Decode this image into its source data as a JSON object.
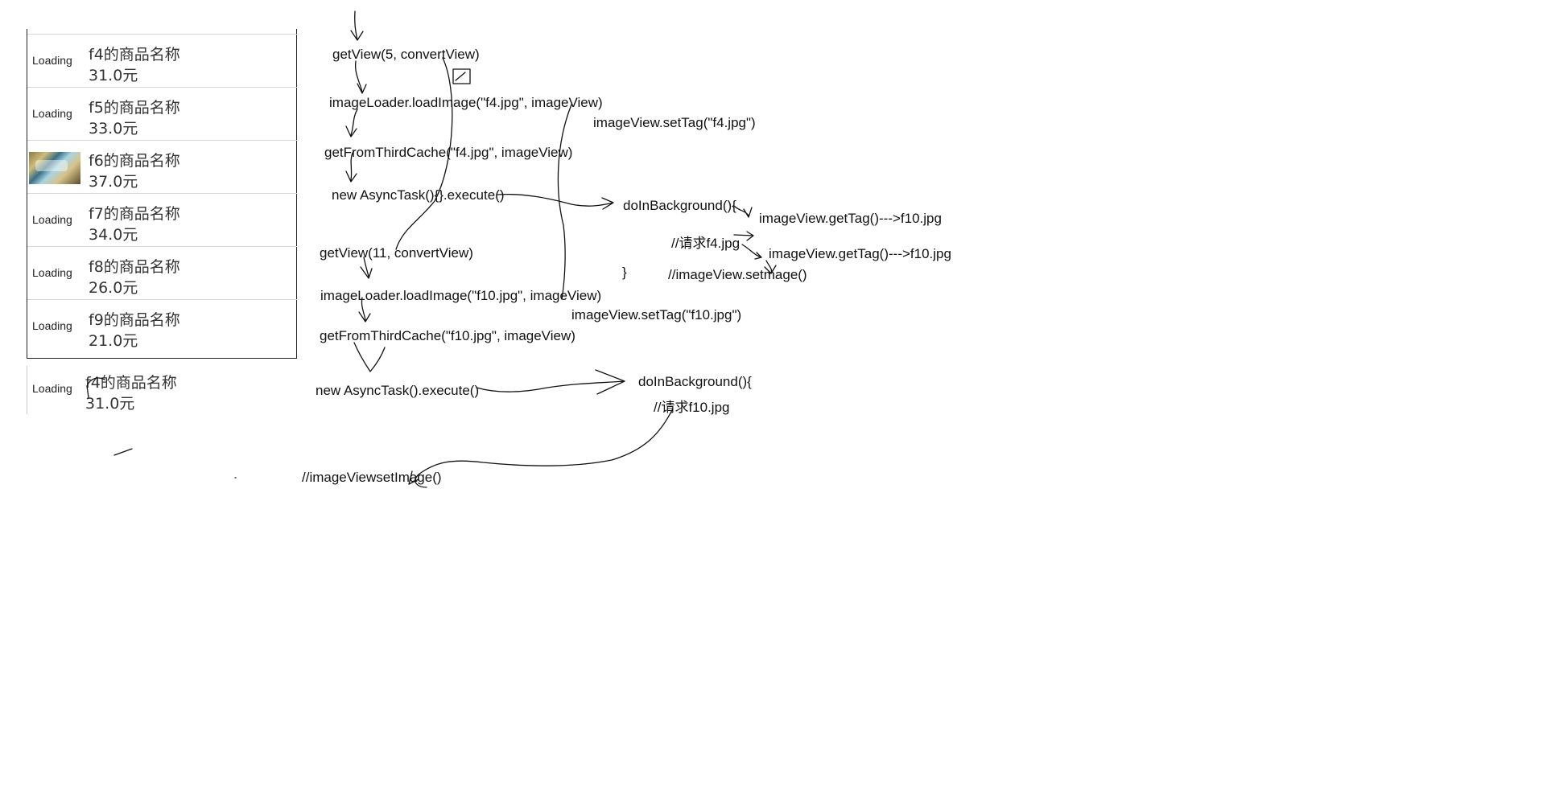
{
  "list": {
    "rows": [
      {
        "thumb": "Loading",
        "name": "f4的商品名称",
        "price": "31.0元"
      },
      {
        "thumb": "Loading",
        "name": "f5的商品名称",
        "price": "33.0元"
      },
      {
        "thumb": "",
        "name": "f6的商品名称",
        "price": "37.0元"
      },
      {
        "thumb": "Loading",
        "name": "f7的商品名称",
        "price": "34.0元"
      },
      {
        "thumb": "Loading",
        "name": "f8的商品名称",
        "price": "26.0元"
      },
      {
        "thumb": "Loading",
        "name": "f9的商品名称",
        "price": "21.0元"
      }
    ],
    "recycled_row": {
      "thumb": "Loading",
      "name": "f4的商品名称",
      "price": "31.0元"
    }
  },
  "notes": {
    "get_view_5": "getView(5, convertView)",
    "load_f4": "imageLoader.loadImage(\"f4.jpg\", imageView)",
    "set_tag_f4": "imageView.setTag(\"f4.jpg\")",
    "third_cache_f4": "getFromThirdCache(\"f4.jpg\", imageView)",
    "async_1": "new AsyncTask(){}.execute()",
    "do_in_bg_1": "doInBackground(){",
    "get_tag_1": "imageView.getTag()--->f10.jpg",
    "request_f4": "//请求f4.jpg",
    "get_tag_2": "imageView.getTag()--->f10.jpg",
    "close_brace": "}",
    "set_image_1": "//imageView.setmage()",
    "get_view_11": "getView(11, convertView)",
    "load_f10": "imageLoader.loadImage(\"f10.jpg\", imageView)",
    "set_tag_f10": "imageView.setTag(\"f10.jpg\")",
    "third_cache_f10": "getFromThirdCache(\"f10.jpg\", imageView)",
    "async_2": "new AsyncTask().execute()",
    "do_in_bg_2": "doInBackground(){",
    "request_f10": "//请求f10.jpg",
    "set_image_2": "//imageViewsetImage()"
  }
}
